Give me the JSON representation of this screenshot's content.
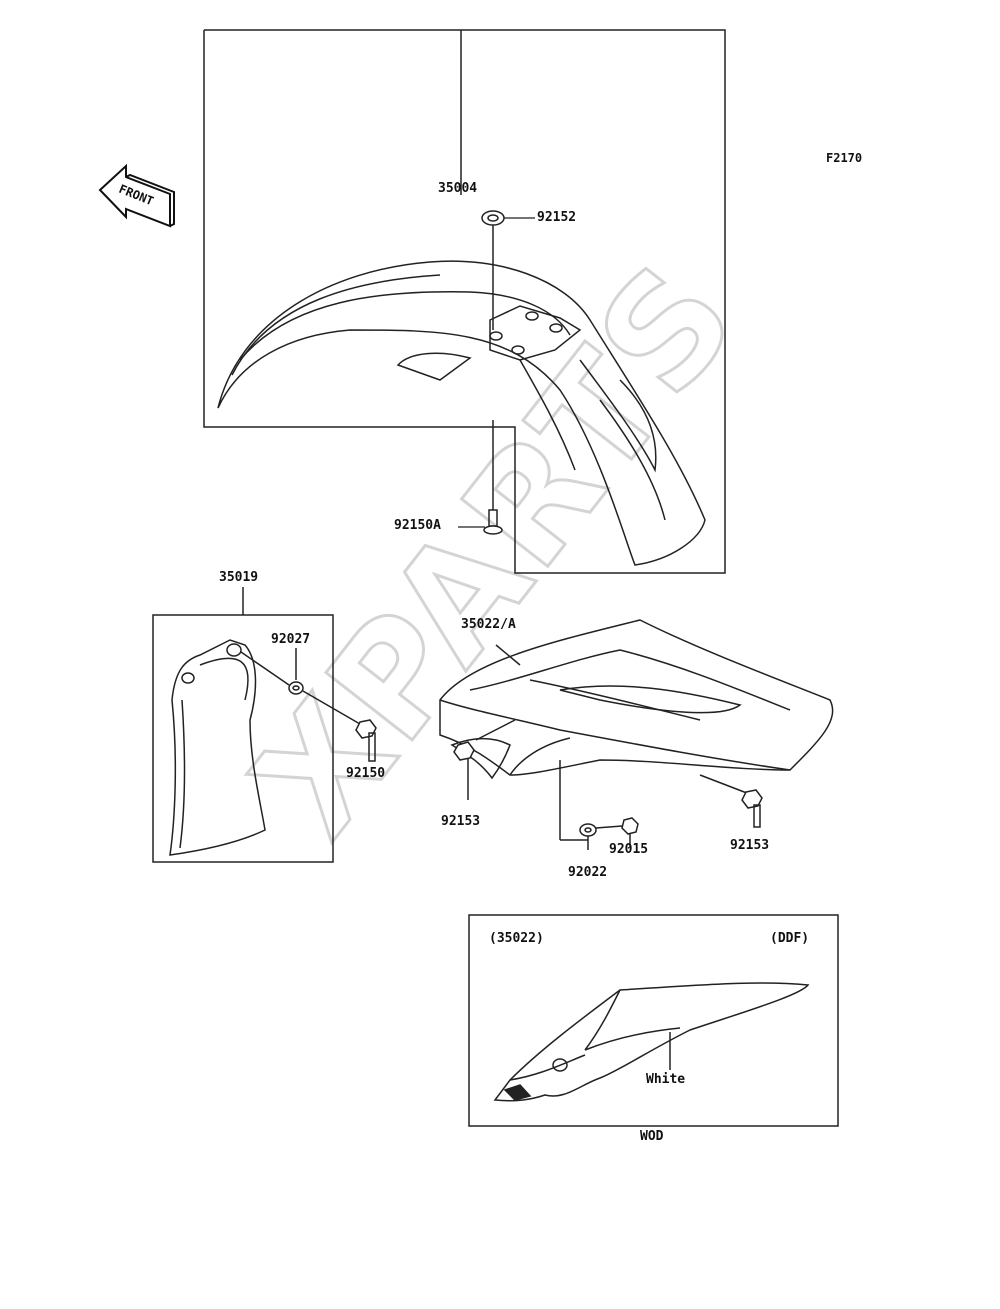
{
  "figure_code": "F2170",
  "front_arrow": "FRONT",
  "watermark": "XPARTS",
  "parts": {
    "front_fender": "35004",
    "front_fender_grommet": "92152",
    "front_fender_bolt": "92150A",
    "fork_guard": "35019",
    "fork_guard_collar": "92027",
    "fork_guard_bolt": "92150",
    "rear_fender": "35022/A",
    "rear_fender_bolt_left": "92153",
    "rear_fender_bolt_right": "92153",
    "rear_fender_nut": "92015",
    "rear_fender_washer": "92022"
  },
  "inset": {
    "part_ref": "(35022)",
    "variant_code": "(DDF)",
    "color_note": "White",
    "caption": "WOD"
  }
}
